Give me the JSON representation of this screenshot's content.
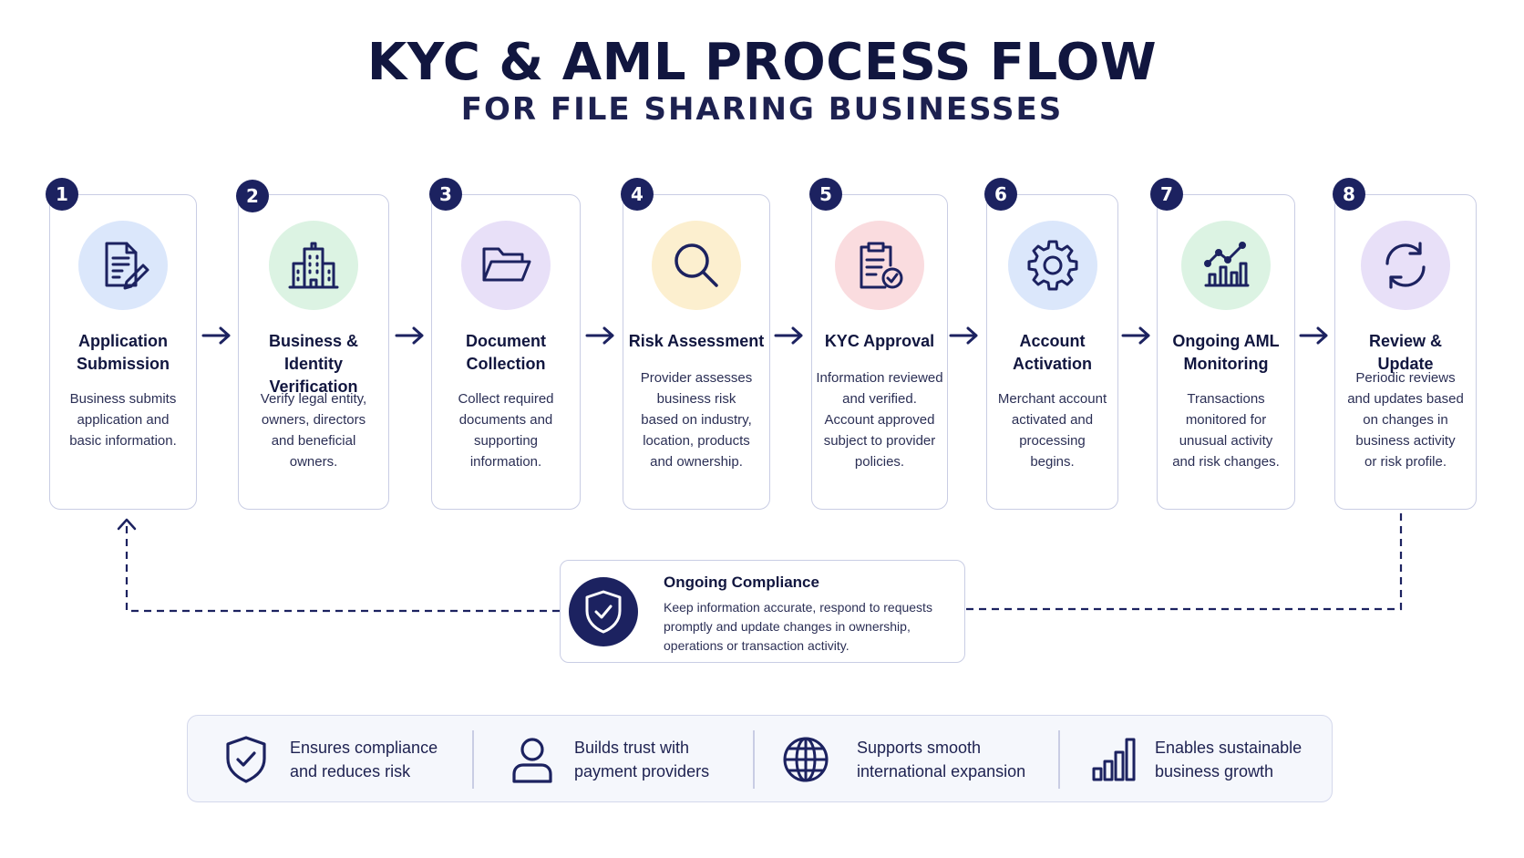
{
  "title": "KYC & AML PROCESS FLOW",
  "subtitle": "FOR FILE SHARING BUSINESSES",
  "colors": {
    "navy": "#1c2260",
    "card_border": "#c9cde4"
  },
  "steps": [
    {
      "number": "1",
      "title_line1": "Application",
      "title_line2": "Submission",
      "desc": [
        "Business submits",
        "application and",
        "basic information."
      ],
      "icon": "document-edit-icon",
      "icon_bg": "#dbe7fb"
    },
    {
      "number": "2",
      "title_line1": "Business &",
      "title_line2": "Identity Verification",
      "desc": [
        "Verify legal entity,",
        "owners, directors",
        "and beneficial",
        "owners."
      ],
      "icon": "building-icon",
      "icon_bg": "#dcf3e3"
    },
    {
      "number": "3",
      "title_line1": "Document",
      "title_line2": "Collection",
      "desc": [
        "Collect required",
        "documents and",
        "supporting",
        "information."
      ],
      "icon": "folder-icon",
      "icon_bg": "#e8e0f8"
    },
    {
      "number": "4",
      "title_line1": "Risk Assessment",
      "title_line2": "",
      "desc": [
        "Provider assesses",
        "business risk",
        "based on industry,",
        "location, products",
        "and ownership."
      ],
      "icon": "magnifier-icon",
      "icon_bg": "#fcefcf"
    },
    {
      "number": "5",
      "title_line1": "KYC Approval",
      "title_line2": "",
      "desc": [
        "Information reviewed",
        "and verified.",
        "Account approved",
        "subject to provider",
        "policies."
      ],
      "icon": "clipboard-check-icon",
      "icon_bg": "#fadcdf"
    },
    {
      "number": "6",
      "title_line1": "Account",
      "title_line2": "Activation",
      "desc": [
        "Merchant account",
        "activated and",
        "processing",
        "begins."
      ],
      "icon": "gear-icon",
      "icon_bg": "#dbe7fb"
    },
    {
      "number": "7",
      "title_line1": "Ongoing AML",
      "title_line2": "Monitoring",
      "desc": [
        "Transactions",
        "monitored for",
        "unusual activity",
        "and risk changes."
      ],
      "icon": "chart-icon",
      "icon_bg": "#dcf3e3"
    },
    {
      "number": "8",
      "title_line1": "Review & Update",
      "title_line2": "",
      "desc": [
        "Periodic reviews",
        "and updates based",
        "on changes in",
        "business activity",
        "or risk profile."
      ],
      "icon": "refresh-icon",
      "icon_bg": "#e8e0f8"
    }
  ],
  "compliance": {
    "title": "Ongoing Compliance",
    "desc": [
      "Keep information accurate, respond to requests",
      "promptly and update changes in ownership,",
      "operations or transaction activity."
    ],
    "icon": "shield-check-icon"
  },
  "benefits": [
    {
      "line1": "Ensures compliance",
      "line2": "and reduces risk",
      "icon": "shield-check-icon"
    },
    {
      "line1": "Builds trust with",
      "line2": "payment providers",
      "icon": "user-icon"
    },
    {
      "line1": "Supports smooth",
      "line2": "international expansion",
      "icon": "globe-icon"
    },
    {
      "line1": "Enables sustainable",
      "line2": "business growth",
      "icon": "bar-chart-icon"
    }
  ]
}
